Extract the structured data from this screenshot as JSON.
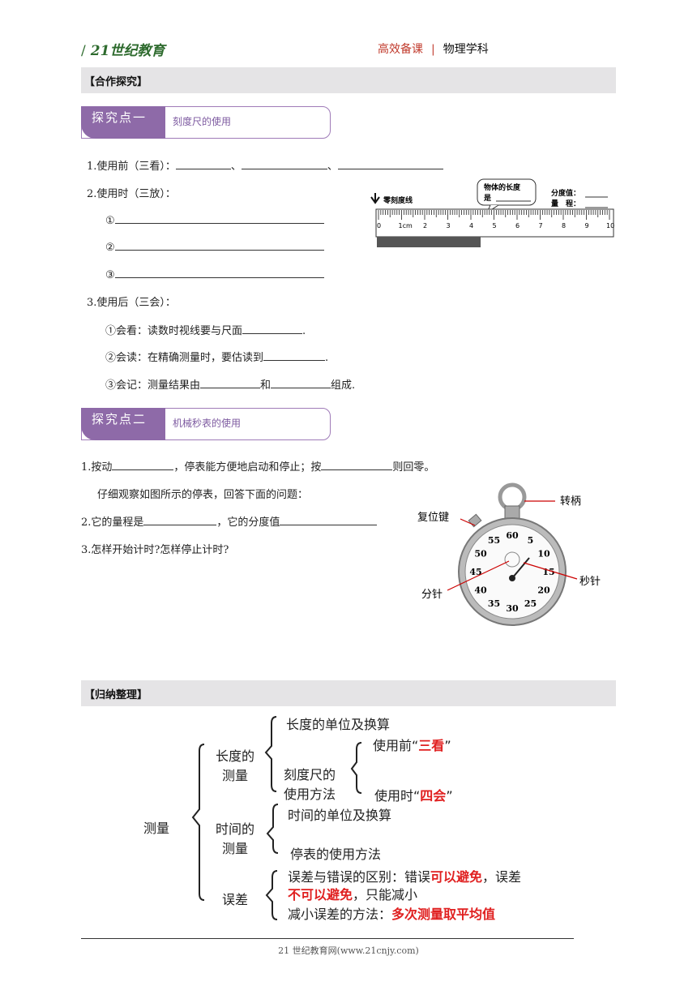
{
  "header": {
    "logo_text": "21世纪教育",
    "subject_a": "高效备课",
    "sep": "|",
    "subject_b": "物理学科"
  },
  "section1": {
    "title": "【合作探究】",
    "point1": {
      "tag": "探究点一",
      "text": "刻度尺的使用"
    },
    "q1": "1.使用前（三看）：",
    "q2": "2.使用时（三放）：",
    "c1": "①",
    "c2": "②",
    "c3": "③",
    "q3": "3.使用后（三会）：",
    "h1a": "①会看：读数时视线要与尺面",
    "h1b": ".",
    "h2a": "②会读：在精确测量时，要估读到",
    "h2b": ".",
    "h3a": "③会记：测量结果由",
    "h3b": "和",
    "h3c": "组成.",
    "ruler": {
      "zero": "零刻度线",
      "bubble1": "物体的长度",
      "bubble2": "是",
      "fd": "分度值：",
      "lc": "量　程：",
      "ticks": [
        "0",
        "1cm",
        "2",
        "3",
        "4",
        "5",
        "6",
        "7",
        "8",
        "9",
        "10"
      ]
    },
    "point2": {
      "tag": "探究点二",
      "text": "机械秒表的使用"
    },
    "p1a": "1.按动",
    "p1b": "，停表能方便地启动和停止；按",
    "p1c": "则回零。",
    "p2": "仔细观察如图所示的停表，回答下面的问题：",
    "p3a": "2.它的量程是",
    "p3b": "，它的分度值",
    "p4": "3.怎样开始计时?怎样停止计时?",
    "watch": {
      "zhuanbing": "转柄",
      "fuwei": "复位键",
      "fenzhen": "分针",
      "miaozhen": "秒针",
      "nums": [
        "60",
        "5",
        "10",
        "15",
        "20",
        "25",
        "30",
        "35",
        "40",
        "45",
        "50",
        "55"
      ]
    }
  },
  "section2": {
    "title": "【归纳整理】",
    "root": "测量",
    "len_a": "长度的",
    "len_b": "测量",
    "len_unit": "长度的单位及换算",
    "ruler_a": "刻度尺的",
    "ruler_b": "使用方法",
    "before": "使用前“",
    "before_red": "三看",
    "before_end": "”",
    "during": "使用时“",
    "during_red": "四会",
    "during_end": "”",
    "time_a": "时间的",
    "time_b": "测量",
    "time_unit": "时间的单位及换算",
    "stopwatch": "停表的使用方法",
    "err": "误差",
    "e1a": "误差与错误的区别：错误",
    "e1red": "可以避免",
    "e1b": "，误差",
    "e2red": "不可以避免",
    "e2b": "，只能减小",
    "e3a": "减小误差的方法：",
    "e3red": "多次测量取平均值"
  },
  "footer": "21 世纪教育网(www.21cnjy.com)"
}
